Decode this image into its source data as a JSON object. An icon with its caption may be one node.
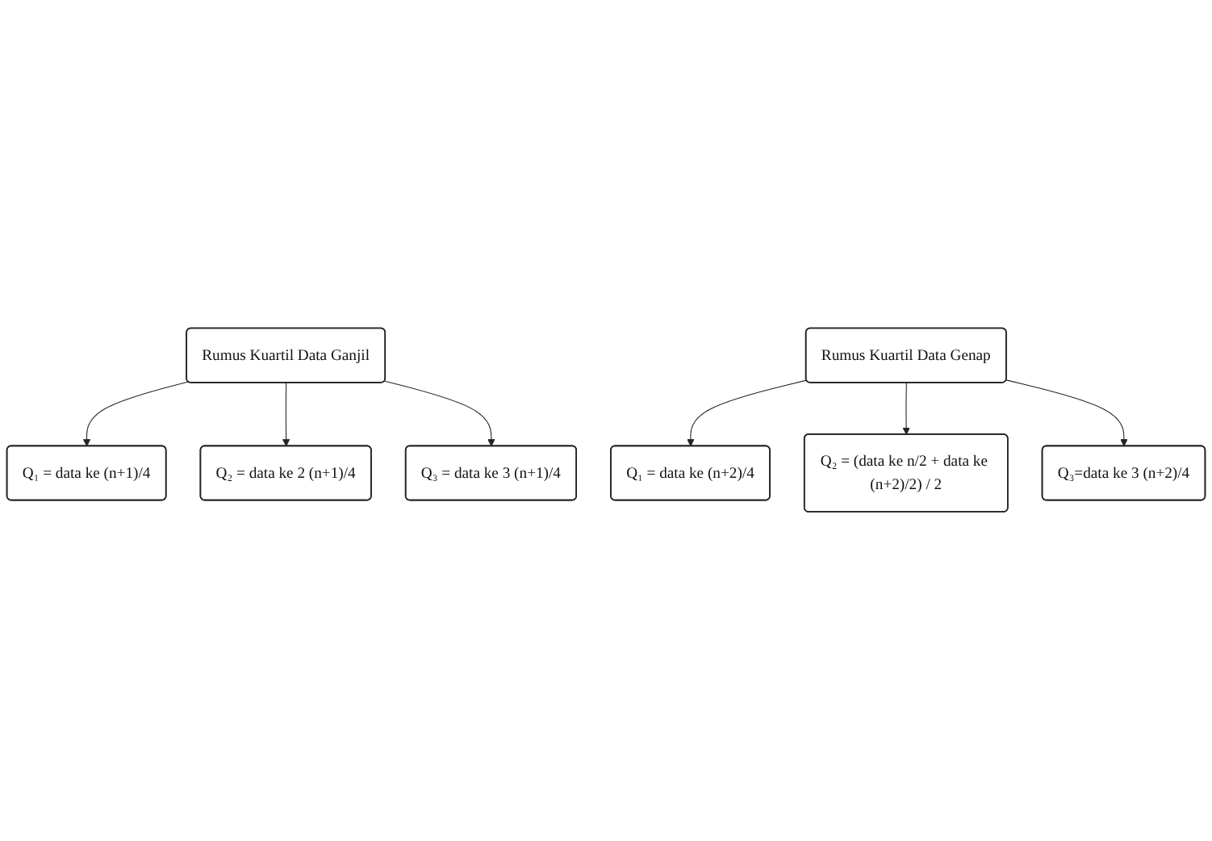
{
  "diagram": {
    "nodes": [
      {
        "text": [
          "Rumus Kuartil Data Ganjil"
        ]
      },
      {
        "text": [
          "Q₁ = data ke (n+1)/4"
        ]
      },
      {
        "text": [
          "Q₂ = data ke 2 (n+1)/4"
        ]
      },
      {
        "text": [
          "Q₃ = data ke 3 (n+1)/4"
        ]
      },
      {
        "text": [
          "Rumus Kuartil Data Genap"
        ]
      },
      {
        "text": [
          "Q₁ = data ke (n+2)/4"
        ]
      },
      {
        "text": [
          "Q₂ = (data ke n/2 + data ke (n+2)/2) / 2"
        ]
      },
      {
        "text": [
          "Q₃=data ke 3 (n+2)/4"
        ]
      }
    ],
    "edges": [
      {
        "from": 0,
        "to": 1,
        "arrow": "to"
      },
      {
        "from": 0,
        "to": 2,
        "arrow": "to"
      },
      {
        "from": 0,
        "to": 3,
        "arrow": "to"
      },
      {
        "from": 4,
        "to": 5,
        "arrow": "to"
      },
      {
        "from": 4,
        "to": 6,
        "arrow": "to"
      },
      {
        "from": 4,
        "to": 7,
        "arrow": "to"
      }
    ]
  }
}
